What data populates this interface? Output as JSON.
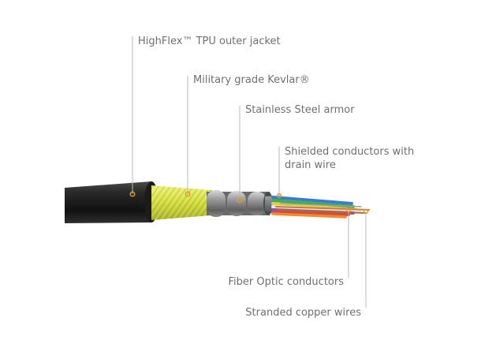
{
  "callouts": {
    "jacket": "HighFlex™ TPU outer jacket",
    "kevlar": "Military grade Kevlar®",
    "armor": "Stainless Steel armor",
    "shielded_line1": "Shielded conductors with",
    "shielded_line2": "drain wire",
    "fiber": "Fiber Optic conductors",
    "copper": "Stranded copper wires"
  },
  "colors": {
    "jacket": "#222222",
    "kevlar": "#d7e04a",
    "armor": "#8f8f8f",
    "leader": "#b8b8b8",
    "marker": "#e39a2c",
    "text": "#6f6f6f"
  }
}
